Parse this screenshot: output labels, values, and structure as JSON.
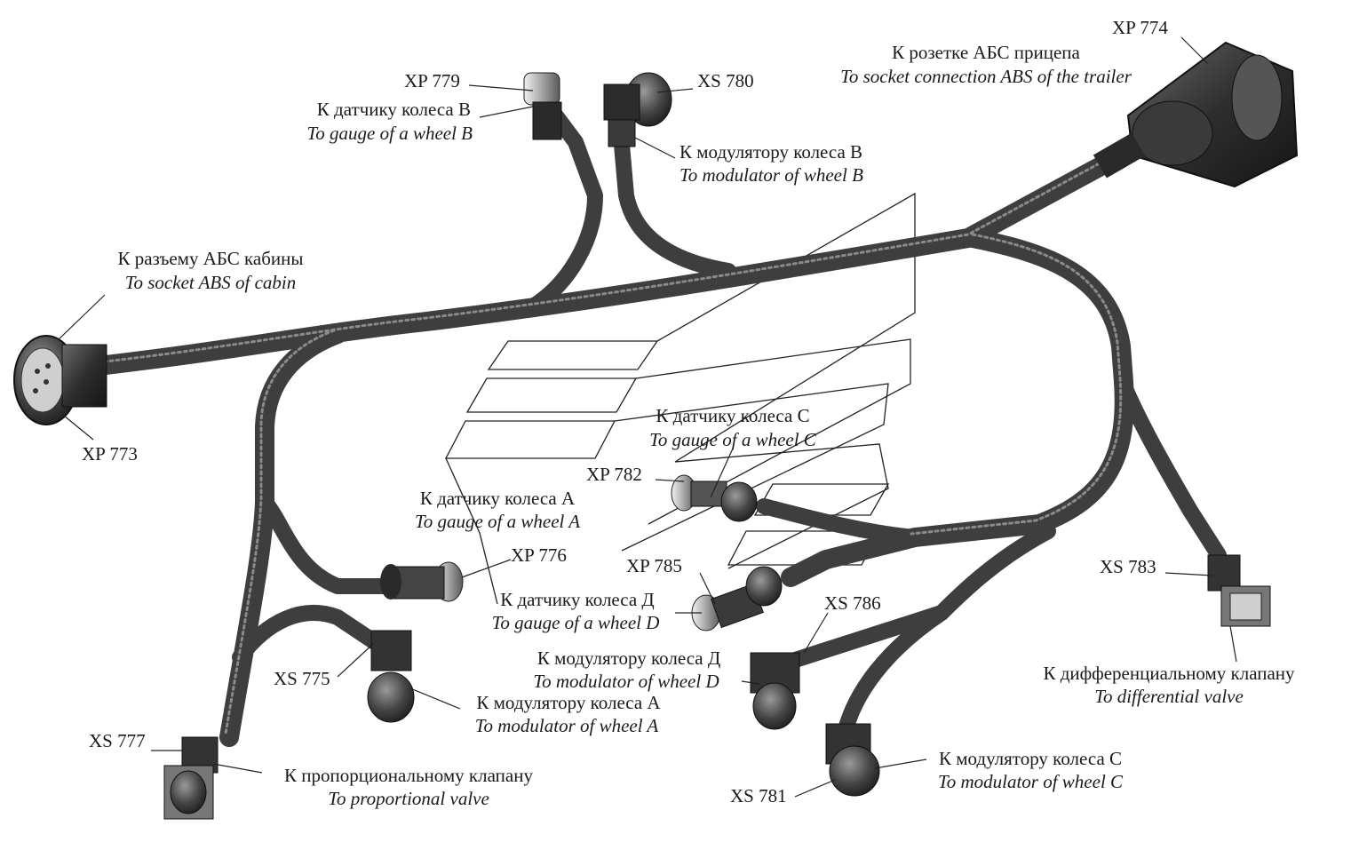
{
  "connectors": {
    "xp773": {
      "code": "XP 773",
      "ru": "К разъему АБС кабины",
      "en": "To socket ABS of  cabin"
    },
    "xp774": {
      "code": "XP 774",
      "ru": "К розетке АБС прицепа",
      "en": "To socket connection ABS of the trailer"
    },
    "xp779": {
      "code": "XP 779",
      "ru": "К датчику колеса В",
      "en": "To gauge of a wheel B"
    },
    "xs780": {
      "code": "XS 780",
      "ru": "К модулятору колеса В",
      "en": "To  modulator of wheel B"
    },
    "xp782": {
      "code": "XP 782",
      "ru": "К датчику колеса С",
      "en": "To gauge of a wheel C"
    },
    "xp776": {
      "code": "XP 776",
      "ru": "К датчику колеса А",
      "en": "To gauge of a wheel A"
    },
    "xp785": {
      "code": "XP 785",
      "ru": "К датчику колеса Д",
      "en": "To  gauge of a wheel D"
    },
    "xs786": {
      "code": "XS 786",
      "ru": "К модулятору колеса Д",
      "en": "To  modulator of wheel D"
    },
    "xs783": {
      "code": "XS 783",
      "ru": "К дифференциальному клапану",
      "en": "To  differential valve"
    },
    "xs775": {
      "code": "XS 775",
      "ru": "К модулятору колеса А",
      "en": "To  modulator of wheel A"
    },
    "xs777": {
      "code": "XS 777",
      "ru": "К пропорциональному клапану",
      "en": "To  proportional valve"
    },
    "xs781": {
      "code": "XS 781",
      "ru": "К модулятору колеса С",
      "en": "To  modulator of wheel C"
    }
  }
}
